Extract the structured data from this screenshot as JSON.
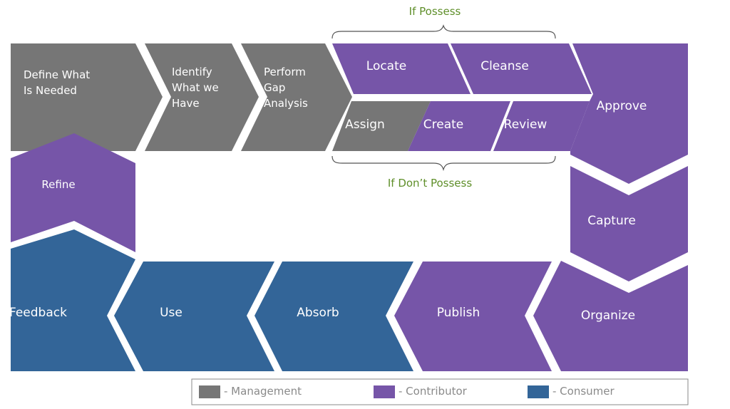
{
  "colors": {
    "management": "#767676",
    "contributor": "#7655a8",
    "consumer": "#336598",
    "note": "#5f8f2a"
  },
  "annotations": {
    "if_possess": "If Possess",
    "if_dont_possess": "If Don’t Possess"
  },
  "steps": {
    "define": [
      "Define What",
      "Is Needed"
    ],
    "identify": [
      "Identify",
      "What we",
      "Have"
    ],
    "perform": [
      "Perform",
      "Gap",
      "Analysis"
    ],
    "locate": "Locate",
    "cleanse": "Cleanse",
    "assign": "Assign",
    "create": "Create",
    "review": "Review",
    "approve": "Approve",
    "capture": "Capture",
    "organize": "Organize",
    "publish": "Publish",
    "absorb": "Absorb",
    "use": "Use",
    "feedback": "Feedback",
    "refine": "Refine"
  },
  "legend": {
    "management": "- Management",
    "contributor": "- Contributor",
    "consumer": "- Consumer"
  }
}
